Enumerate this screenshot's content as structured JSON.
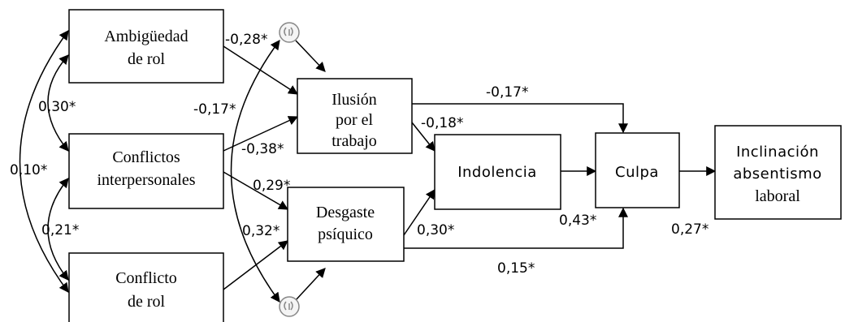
{
  "nodes": {
    "ambiguedad": [
      "Ambigüedad",
      "de rol"
    ],
    "conflictos_interpersonales": [
      "Conflictos",
      "interpersonales"
    ],
    "conflicto_rol": [
      "Conflicto",
      "de rol"
    ],
    "ilusion": [
      "Ilusión",
      "por el",
      "trabajo"
    ],
    "desgaste": [
      "Desgaste",
      "psíquico"
    ],
    "indolencia": [
      "Indolencia"
    ],
    "culpa": [
      "Culpa"
    ],
    "absentismo": [
      "Inclinación",
      "absentismo",
      "laboral"
    ]
  },
  "coefficients": {
    "amb_ilusion": "-0,28*",
    "err_ilusion_desgaste": "-0,17*",
    "ci_ilusion": "-0,38*",
    "ci_desgaste": "0,29*",
    "cr_desgaste": "0,32*",
    "ilusion_culpa": "-0,17*",
    "ilusion_indolencia": "-0,18*",
    "desgaste_indolencia": "0,30*",
    "indolencia_culpa": "0,43*",
    "desgaste_culpa": "0,15*",
    "culpa_absentismo": "0,27*",
    "amb_ci": "0,30*",
    "amb_cr": "0,10*",
    "ci_cr": "0,21*"
  }
}
